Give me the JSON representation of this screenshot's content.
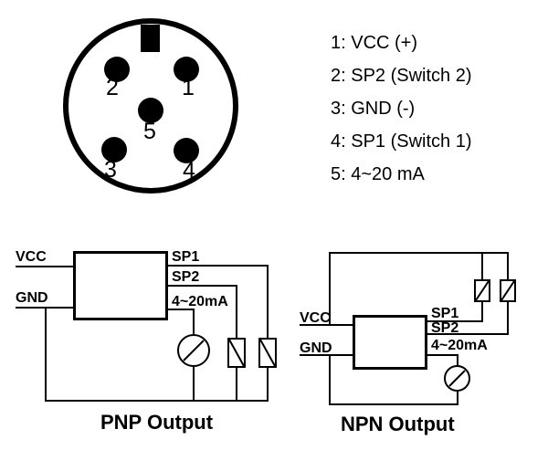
{
  "colors": {
    "ink": "#000000",
    "background": "#ffffff"
  },
  "connector": {
    "pin_numbers": [
      "1",
      "2",
      "3",
      "4",
      "5"
    ]
  },
  "legend": {
    "items": [
      "1: VCC (+)",
      "2: SP2 (Switch 2)",
      "3: GND (-)",
      "4: SP1 (Switch 1)",
      "5: 4~20 mA"
    ]
  },
  "pnp": {
    "caption": "PNP Output",
    "labels": {
      "vcc": "VCC",
      "gnd": "GND",
      "sp1": "SP1",
      "sp2": "SP2",
      "current": "4~20mA"
    }
  },
  "npn": {
    "caption": "NPN Output",
    "labels": {
      "vcc": "VCC",
      "gnd": "GND",
      "sp1": "SP1",
      "sp2": "SP2",
      "current": "4~20mA"
    }
  }
}
